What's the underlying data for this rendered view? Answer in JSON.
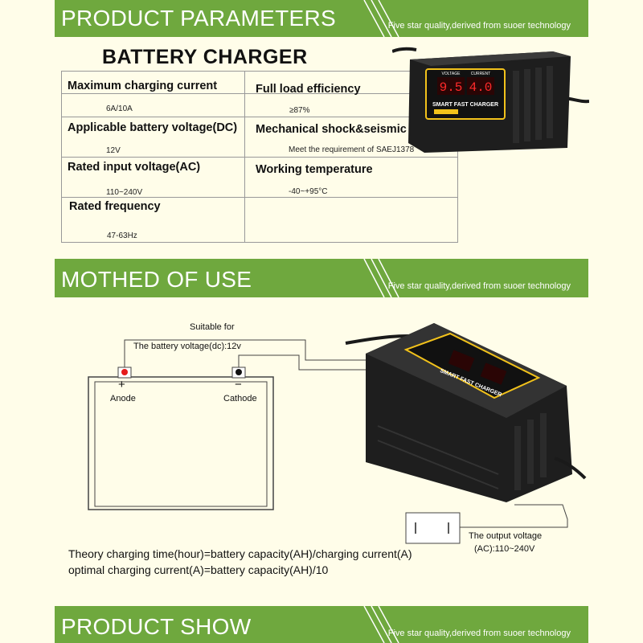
{
  "sections": {
    "parameters": {
      "title": "PRODUCT PARAMETERS",
      "subtitle": "Five star quality,derived from suoer technology"
    },
    "method": {
      "title": "MOTHED OF USE",
      "subtitle": "Five star quality,derived from suoer technology"
    },
    "show": {
      "title": "PRODUCT SHOW",
      "subtitle": "Five star quality,derived from suoer technology"
    }
  },
  "product_title": "BATTERY CHARGER",
  "parameters": [
    {
      "label": "Maximum charging current",
      "value": "6A/10A"
    },
    {
      "label": "Full load efficiency",
      "value": "≥87%"
    },
    {
      "label": "Applicable battery voltage(DC)",
      "value": "12V"
    },
    {
      "label": "Mechanical shock&seismic levels",
      "value": "Meet the requirement of SAEJ1378"
    },
    {
      "label": "Rated input voltage(AC)",
      "value": "110~240V"
    },
    {
      "label": "Working temperature",
      "value": "-40~+95°C"
    },
    {
      "label": "Rated frequency",
      "value": "47-63Hz"
    }
  ],
  "charger": {
    "brand_text": "SMART FAST CHARGER",
    "voltage_label": "VOLTAGE",
    "current_label": "CURRENT",
    "display_voltage": "9.5",
    "display_current": "4.0"
  },
  "diagram": {
    "suitable_for": "Suitable for",
    "battery_voltage": "The battery voltage(dc):12v",
    "plus_sign": "+",
    "minus_sign": "−",
    "anode": "Anode",
    "cathode": "Cathode",
    "output_voltage_line1": "The output voltage",
    "output_voltage_line2": "(AC):110~240V",
    "socket_mark": "| |"
  },
  "formulas": {
    "line1": "Theory charging time(hour)=battery capacity(AH)/charging current(A)",
    "line2": "optimal charging current(A)=battery capacity(AH)/10"
  },
  "colors": {
    "banner_green": "#6fa83e",
    "background": "#fffde9",
    "led_red": "#ff2a2a",
    "charger_body": "#1e1e1e",
    "panel_yellow": "#f2c21b"
  }
}
